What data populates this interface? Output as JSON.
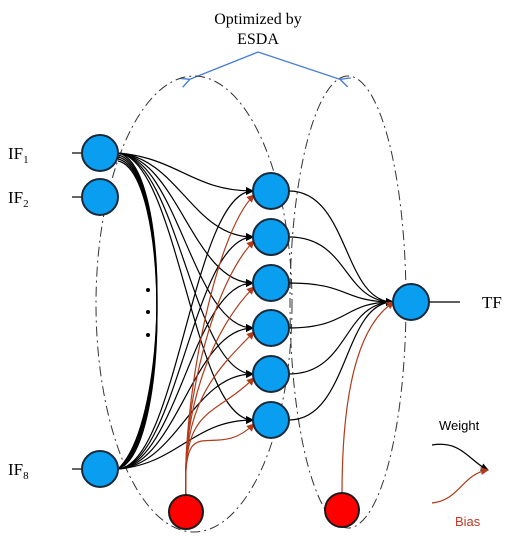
{
  "title": {
    "line1": "Optimized by",
    "line2": "ESDA"
  },
  "inputs": {
    "if1": {
      "base": "IF",
      "sub": "1"
    },
    "if2": {
      "base": "IF",
      "sub": "2"
    },
    "if8": {
      "base": "IF",
      "sub": "8"
    }
  },
  "output_label": "TF",
  "legend": {
    "weight": "Weight",
    "bias": "Bias"
  },
  "colors": {
    "node_fill": "#0a9ef0",
    "bias_fill": "#ff0000",
    "weight_line": "#000000",
    "bias_line": "#b03a1a",
    "arrow_blue": "#4a7fd4",
    "ellipse": "#333333",
    "bias_label": "#c0392b"
  }
}
